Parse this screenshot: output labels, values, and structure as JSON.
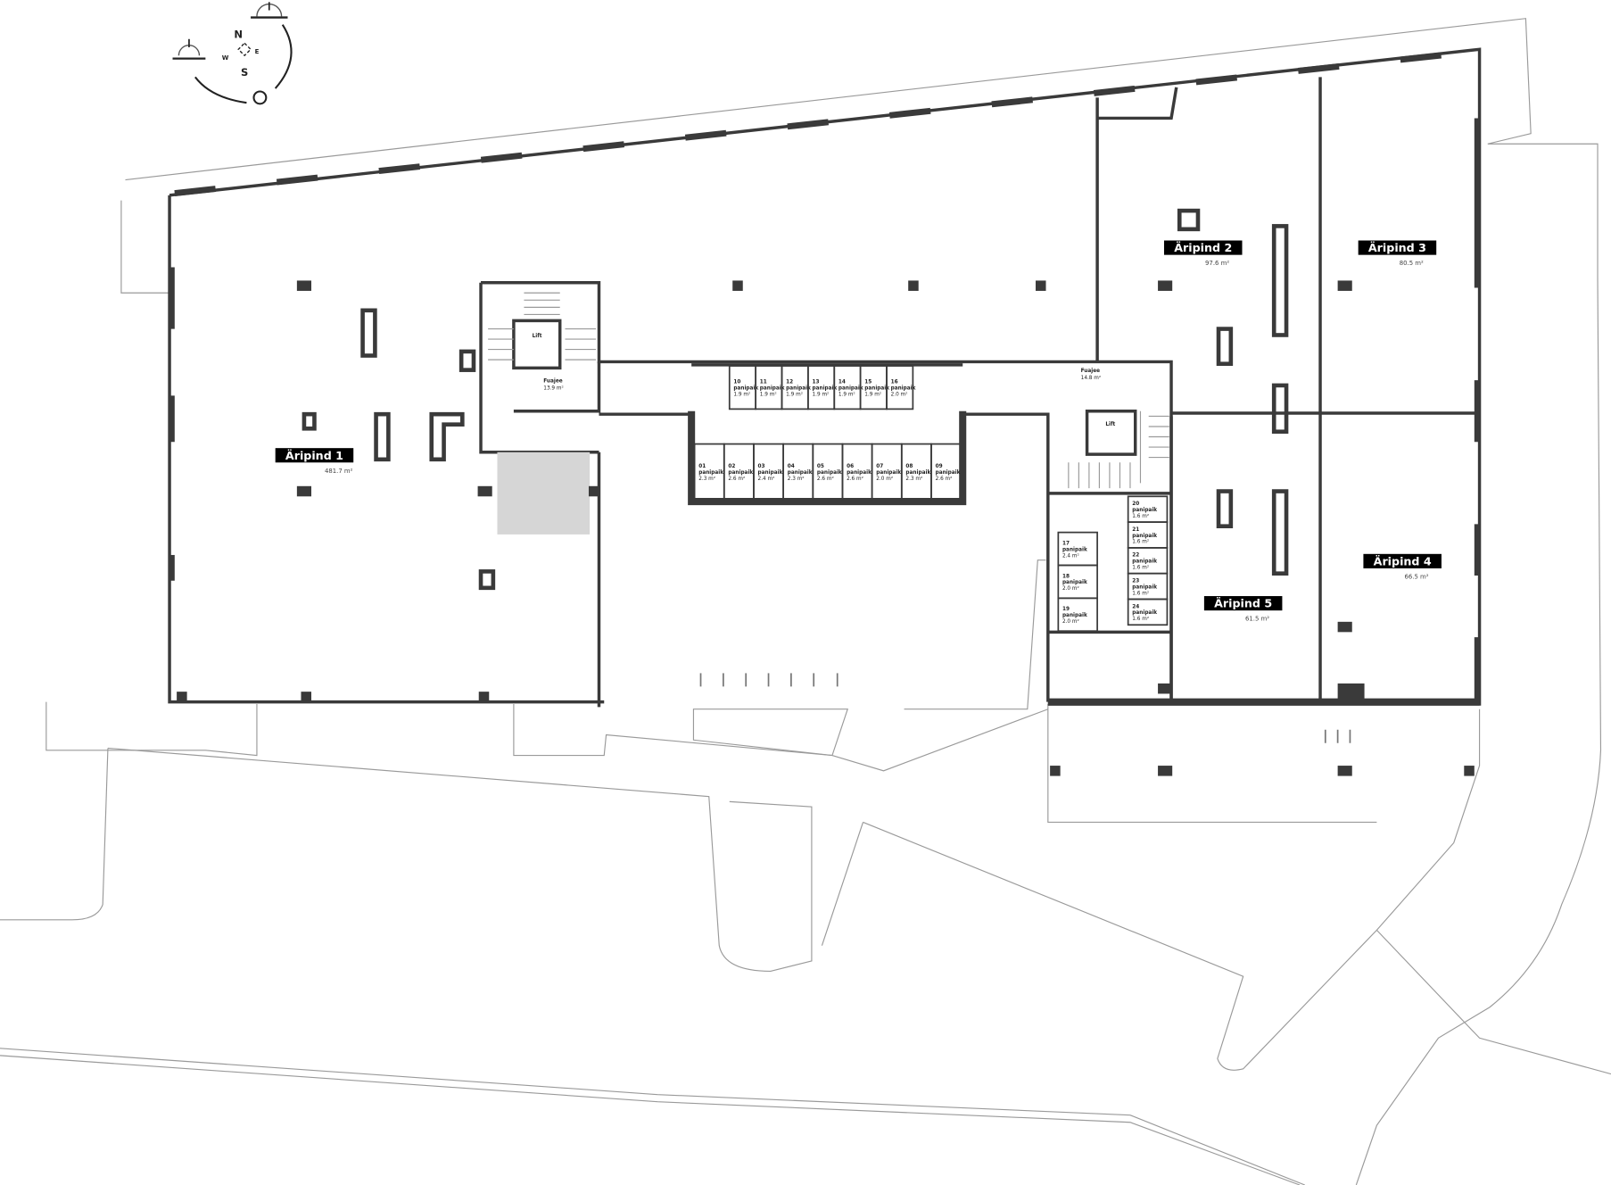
{
  "compass": {
    "north": "N",
    "south": "S",
    "east": "E",
    "west": "W"
  },
  "units": [
    {
      "label": "Äripind 1",
      "area": "481.7 m²"
    },
    {
      "label": "Äripind 2",
      "area": "97.6 m²"
    },
    {
      "label": "Äripind 3",
      "area": "80.5 m²"
    },
    {
      "label": "Äripind 4",
      "area": "66.5 m²"
    },
    {
      "label": "Äripind 5",
      "area": "61.5 m²"
    }
  ],
  "cores": [
    {
      "lift": "Lift",
      "foyer": "Fuajee",
      "foyer_area": "13.9 m²"
    },
    {
      "lift": "Lift",
      "foyer": "Fuajee",
      "foyer_area": "14.8 m²"
    }
  ],
  "storage_label": "panipaik",
  "storage_top": [
    {
      "no": "10",
      "area": "1.9 m²"
    },
    {
      "no": "11",
      "area": "1.9 m²"
    },
    {
      "no": "12",
      "area": "1.9 m²"
    },
    {
      "no": "13",
      "area": "1.9 m²"
    },
    {
      "no": "14",
      "area": "1.9 m²"
    },
    {
      "no": "15",
      "area": "1.9 m²"
    },
    {
      "no": "16",
      "area": "2.0 m²"
    }
  ],
  "storage_bottom": [
    {
      "no": "01",
      "area": "2.3 m²"
    },
    {
      "no": "02",
      "area": "2.6 m²"
    },
    {
      "no": "03",
      "area": "2.4 m²"
    },
    {
      "no": "04",
      "area": "2.3 m²"
    },
    {
      "no": "05",
      "area": "2.6 m²"
    },
    {
      "no": "06",
      "area": "2.6 m²"
    },
    {
      "no": "07",
      "area": "2.0 m²"
    },
    {
      "no": "08",
      "area": "2.3 m²"
    },
    {
      "no": "09",
      "area": "2.6 m²"
    }
  ],
  "storage_right_left": [
    {
      "no": "17",
      "area": "2.4 m²"
    },
    {
      "no": "18",
      "area": "2.0 m²"
    },
    {
      "no": "19",
      "area": "2.0 m²"
    }
  ],
  "storage_right_right": [
    {
      "no": "20",
      "area": "1.6 m²"
    },
    {
      "no": "21",
      "area": "1.6 m²"
    },
    {
      "no": "22",
      "area": "1.6 m²"
    },
    {
      "no": "23",
      "area": "1.6 m²"
    },
    {
      "no": "24",
      "area": "1.6 m²"
    }
  ]
}
